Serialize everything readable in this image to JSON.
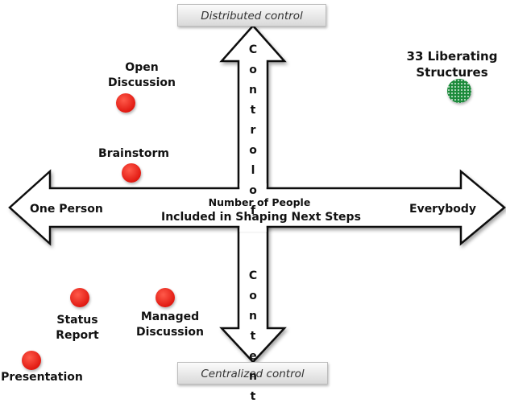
{
  "top_box": "Distributed control",
  "bottom_box": "Centralized control",
  "axis": {
    "left_label": "One Person",
    "right_label": "Everybody",
    "center_line1": "Number of People",
    "center_line2": "Included in Shaping Next Steps",
    "vertical_label": "Control of Content"
  },
  "points": {
    "open_discussion": {
      "line1": "Open",
      "line2": "Discussion"
    },
    "brainstorm": {
      "line1": "Brainstorm"
    },
    "status_report": {
      "line1": "Status",
      "line2": "Report"
    },
    "managed_discussion": {
      "line1": "Managed",
      "line2": "Discussion"
    },
    "presentation": {
      "line1": "Presentation"
    },
    "liberating_structures": {
      "line1": "33 Liberating",
      "line2": "Structures"
    }
  },
  "colors": {
    "dot_red": "#e11a12",
    "dot_green": "#1c8b3b",
    "arrow_fill": "#ffffff",
    "arrow_stroke": "#111111"
  }
}
